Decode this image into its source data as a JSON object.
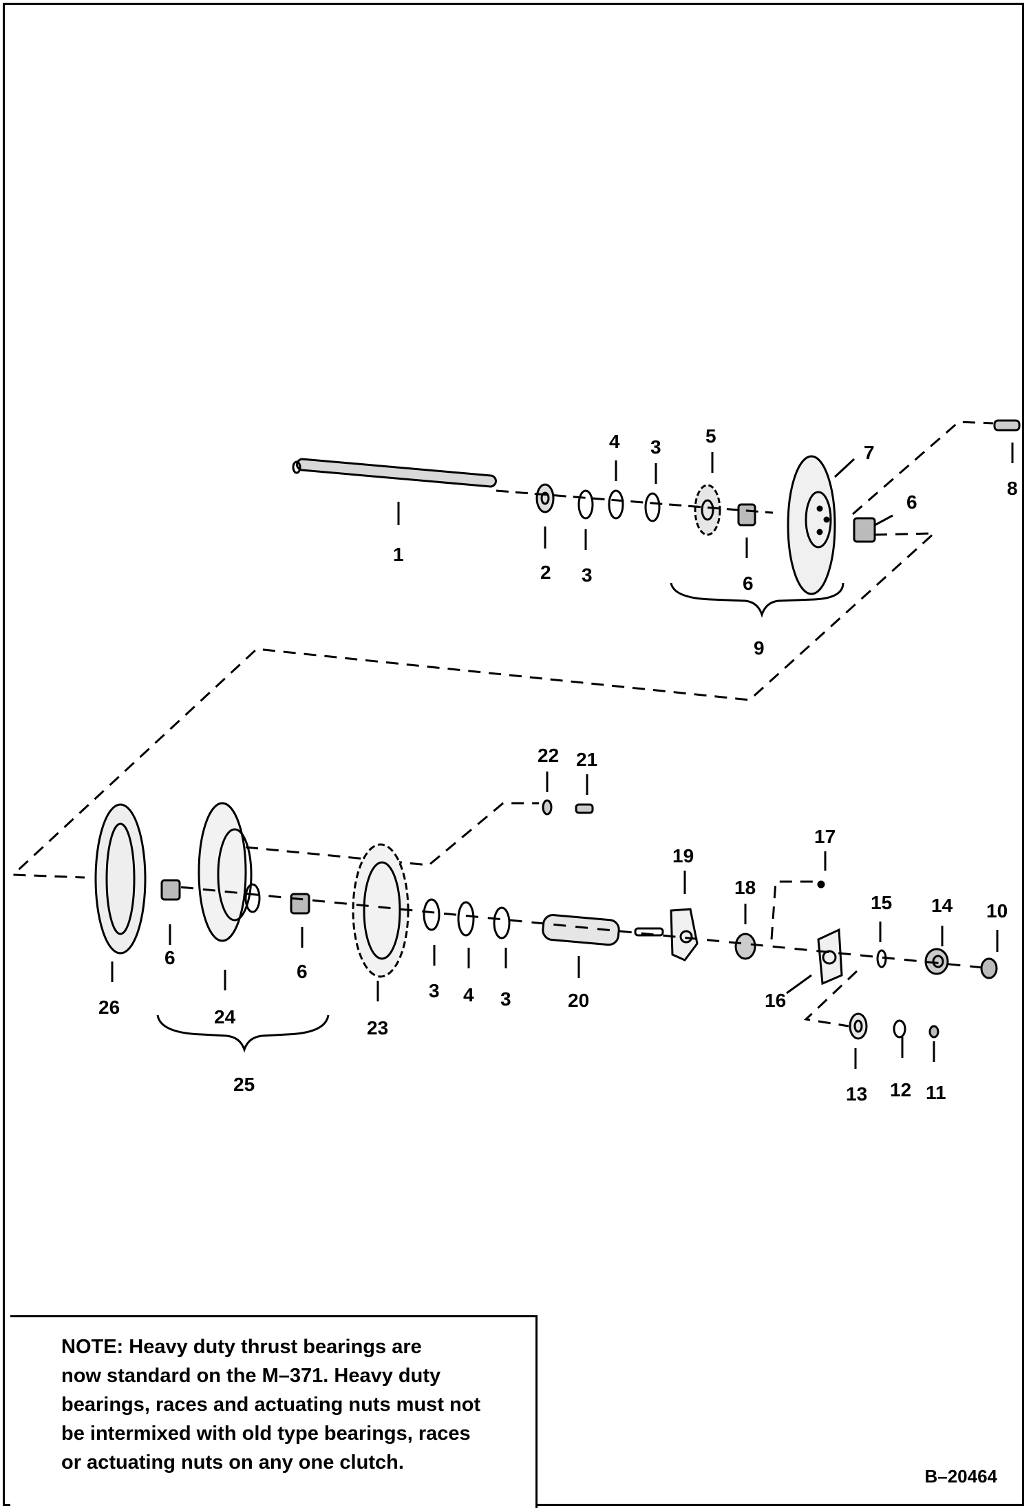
{
  "callouts": {
    "c1": "1",
    "c2": "2",
    "c3a": "3",
    "c3b": "3",
    "c4a": "4",
    "c5": "5",
    "c6a": "6",
    "c6b": "6",
    "c7": "7",
    "c8": "8",
    "c9": "9",
    "c22": "22",
    "c21": "21",
    "c17": "17",
    "c19": "19",
    "c18": "18",
    "c15": "15",
    "c14": "14",
    "c10": "10",
    "c6c": "6",
    "c6d": "6",
    "c26": "26",
    "c24": "24",
    "c25": "25",
    "c23": "23",
    "c3c": "3",
    "c4b": "4",
    "c3d": "3",
    "c20": "20",
    "c16": "16",
    "c13": "13",
    "c12": "12",
    "c11": "11"
  },
  "note": {
    "text": "NOTE:  Heavy duty thrust bearings are\nnow standard on the M–371. Heavy duty\nbearings, races and actuating nuts must not\nbe intermixed with old type bearings, races\nor actuating nuts on any one clutch."
  },
  "drawing_number": "B–20464"
}
